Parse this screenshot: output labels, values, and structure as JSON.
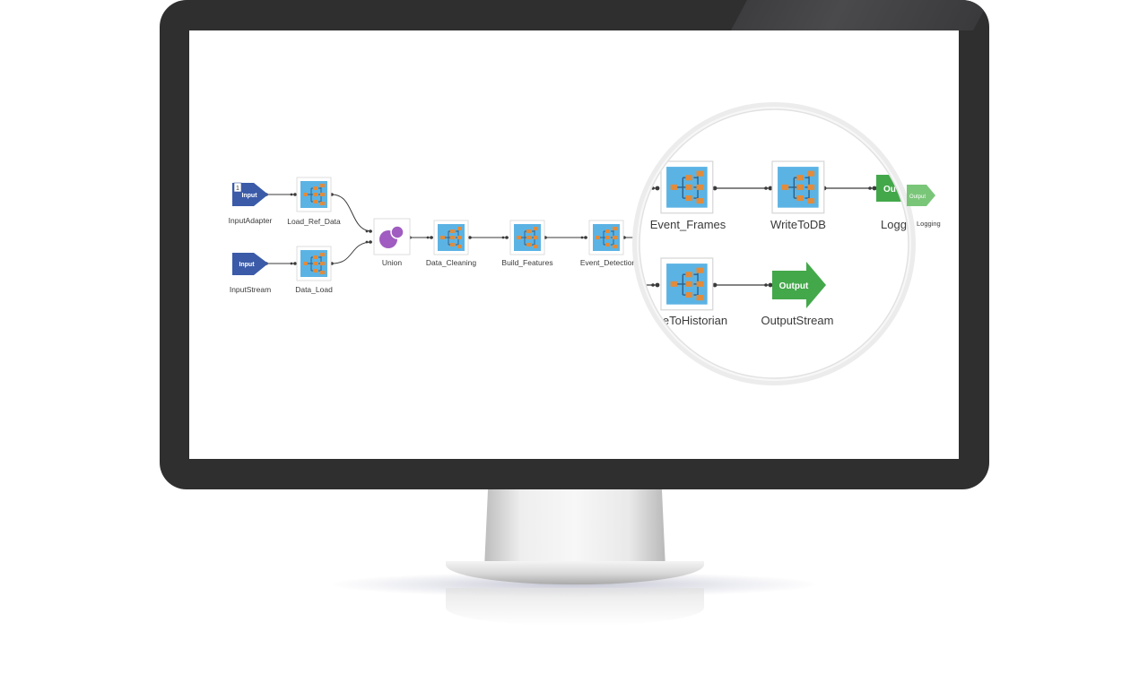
{
  "pipeline": {
    "nodes": {
      "input_adapter": {
        "label": "InputAdapter",
        "badge": "Input",
        "badge_number": "1"
      },
      "input_stream": {
        "label": "InputStream",
        "badge": "Input"
      },
      "load_ref_data": {
        "label": "Load_Ref_Data"
      },
      "data_load": {
        "label": "Data_Load"
      },
      "union": {
        "label": "Union"
      },
      "data_cleaning": {
        "label": "Data_Cleaning"
      },
      "build_features": {
        "label": "Build_Features"
      },
      "event_detection": {
        "label": "Event_Detection"
      }
    }
  },
  "magnifier": {
    "event_frames": {
      "label": "Event_Frames"
    },
    "write_to_db": {
      "label": "WriteToDB"
    },
    "logging": {
      "label": "Logging",
      "label_partial": "Logg",
      "label_small": "Logging",
      "badge": "Output",
      "badge_partial": "Ou"
    },
    "write_to_historian": {
      "label": "eToHistorian"
    },
    "output_stream": {
      "label": "OutputStream",
      "badge": "Output"
    }
  },
  "colors": {
    "input_blue": "#3b5ba8",
    "output_green": "#43a84a",
    "process_blue": "#5bb3e4",
    "process_orange": "#e28b3a",
    "union_purple": "#a05cc0",
    "bezel": "#2f2f30"
  }
}
